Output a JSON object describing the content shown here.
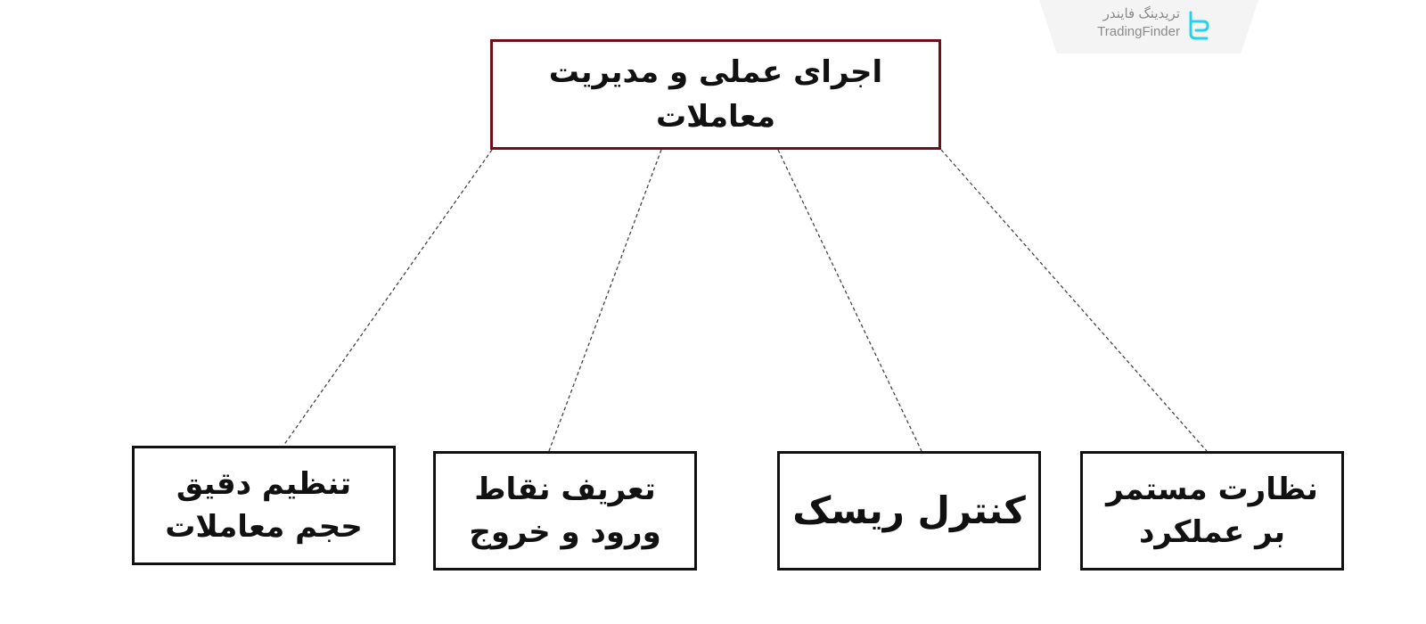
{
  "logo": {
    "text_fa": "تریدینگ فایندر",
    "text_en": "TradingFinder",
    "accent_color": "#22d3ee"
  },
  "diagram": {
    "root": {
      "lines": [
        "اجرای عملی و مدیریت",
        "معاملات"
      ],
      "border_color": "#6b0f1a"
    },
    "children": [
      {
        "lines": [
          "تنظیم دقیق",
          "حجم معاملات"
        ]
      },
      {
        "lines": [
          "تعریف نقاط",
          "ورود و خروج"
        ]
      },
      {
        "lines": [
          "کنترل ریسک"
        ]
      },
      {
        "lines": [
          "نظارت مستمر",
          "بر عملکرد"
        ]
      }
    ],
    "connector_style": "dashed",
    "connector_color": "#444444"
  }
}
